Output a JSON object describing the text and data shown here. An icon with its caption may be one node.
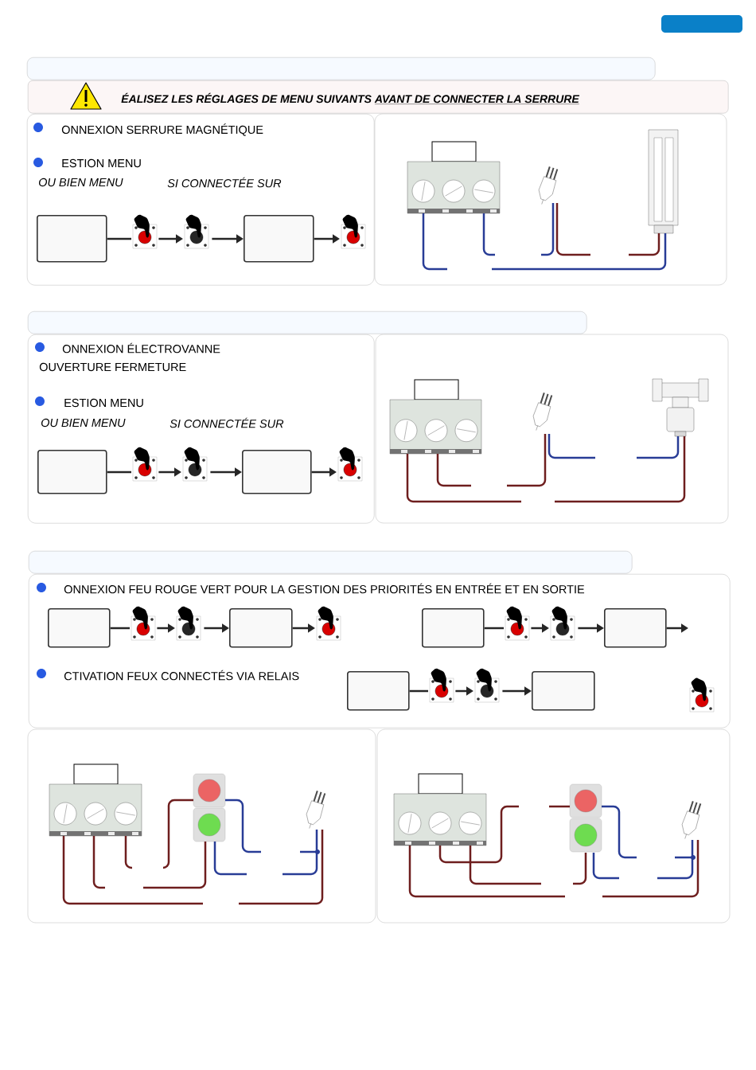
{
  "diagram": {
    "nodes": [
      {
        "text": [
          "ÉALISEZ LES RÉGLAGES DE MENU SUIVANTS",
          "AVANT DE CONNECTER LA SERRURE"
        ]
      },
      {
        "text": [
          "ONNEXION SERRURE MAGNÉTIQUE",
          "ESTION MENU",
          "OU BIEN MENU",
          "SI CONNECTÉE SUR"
        ]
      },
      {
        "text": [],
        "shape": "box",
        "in": 1
      },
      {
        "text": [],
        "shape": "picture",
        "in": 1
      },
      {
        "text": [],
        "shape": "picture",
        "in": 1
      },
      {
        "text": [],
        "shape": "box",
        "in": 1
      },
      {
        "text": [],
        "shape": "picture",
        "in": 1
      },
      {
        "text": [
          "ONNEXION ÉLECTROVANNE",
          "OUVERTURE FERMETURE",
          "ESTION MENU",
          "OU BIEN MENU",
          "SI CONNECTÉE SUR"
        ]
      },
      {
        "text": [],
        "shape": "box",
        "in": 7
      },
      {
        "text": [],
        "shape": "picture",
        "in": 7
      },
      {
        "text": [],
        "shape": "picture",
        "in": 7
      },
      {
        "text": [],
        "shape": "box",
        "in": 7
      },
      {
        "text": [],
        "shape": "picture",
        "in": 7
      },
      {
        "text": [
          "ONNEXION FEU ROUGE VERT POUR LA GESTION DES PRIORITÉS EN ENTRÉE ET EN SORTIE",
          "CTIVATION FEUX CONNECTÉS VIA RELAIS"
        ]
      },
      {
        "text": [],
        "shape": "box",
        "in": 13
      },
      {
        "text": [],
        "shape": "picture",
        "in": 13
      },
      {
        "text": [],
        "shape": "picture",
        "in": 13
      },
      {
        "text": [],
        "shape": "box",
        "in": 13
      },
      {
        "text": [],
        "shape": "picture",
        "in": 13
      },
      {
        "text": [],
        "shape": "box",
        "in": 13
      },
      {
        "text": [],
        "shape": "picture",
        "in": 13
      },
      {
        "text": [],
        "shape": "picture",
        "in": 13
      },
      {
        "text": [],
        "shape": "box",
        "in": 13
      },
      {
        "text": [],
        "shape": "box",
        "in": 13
      },
      {
        "text": [],
        "shape": "picture",
        "in": 13
      },
      {
        "text": [],
        "shape": "picture",
        "in": 13
      },
      {
        "text": [],
        "shape": "box",
        "in": 13
      },
      {
        "text": [],
        "shape": "picture",
        "in": 13
      },
      {
        "text": [],
        "shape": "band"
      },
      {
        "text": [],
        "shape": "band"
      },
      {
        "text": [],
        "shape": "band"
      }
    ],
    "edges": [
      {
        "from": 2,
        "to": 3,
        "arrow": "none"
      },
      {
        "from": 3,
        "to": 4,
        "arrow": "to"
      },
      {
        "from": 4,
        "to": 5,
        "arrow": "to"
      },
      {
        "from": 5,
        "to": 6,
        "arrow": "to"
      },
      {
        "from": 8,
        "to": 9,
        "arrow": "none"
      },
      {
        "from": 9,
        "to": 10,
        "arrow": "to"
      },
      {
        "from": 10,
        "to": 11,
        "arrow": "to"
      },
      {
        "from": 11,
        "to": 12,
        "arrow": "to"
      },
      {
        "from": 14,
        "to": 15,
        "arrow": "none"
      },
      {
        "from": 15,
        "to": 16,
        "arrow": "to"
      },
      {
        "from": 16,
        "to": 17,
        "arrow": "to"
      },
      {
        "from": 17,
        "to": 18,
        "arrow": "to"
      },
      {
        "from": 19,
        "to": 20,
        "arrow": "none"
      },
      {
        "from": 20,
        "to": 21,
        "arrow": "to"
      },
      {
        "from": 21,
        "to": 22,
        "arrow": "to"
      },
      {
        "from": 22,
        "to": null,
        "arrow": "to"
      },
      {
        "from": 23,
        "to": 24,
        "arrow": "none"
      },
      {
        "from": 24,
        "to": 25,
        "arrow": "to"
      },
      {
        "from": 25,
        "to": 26,
        "arrow": "to"
      }
    ]
  }
}
